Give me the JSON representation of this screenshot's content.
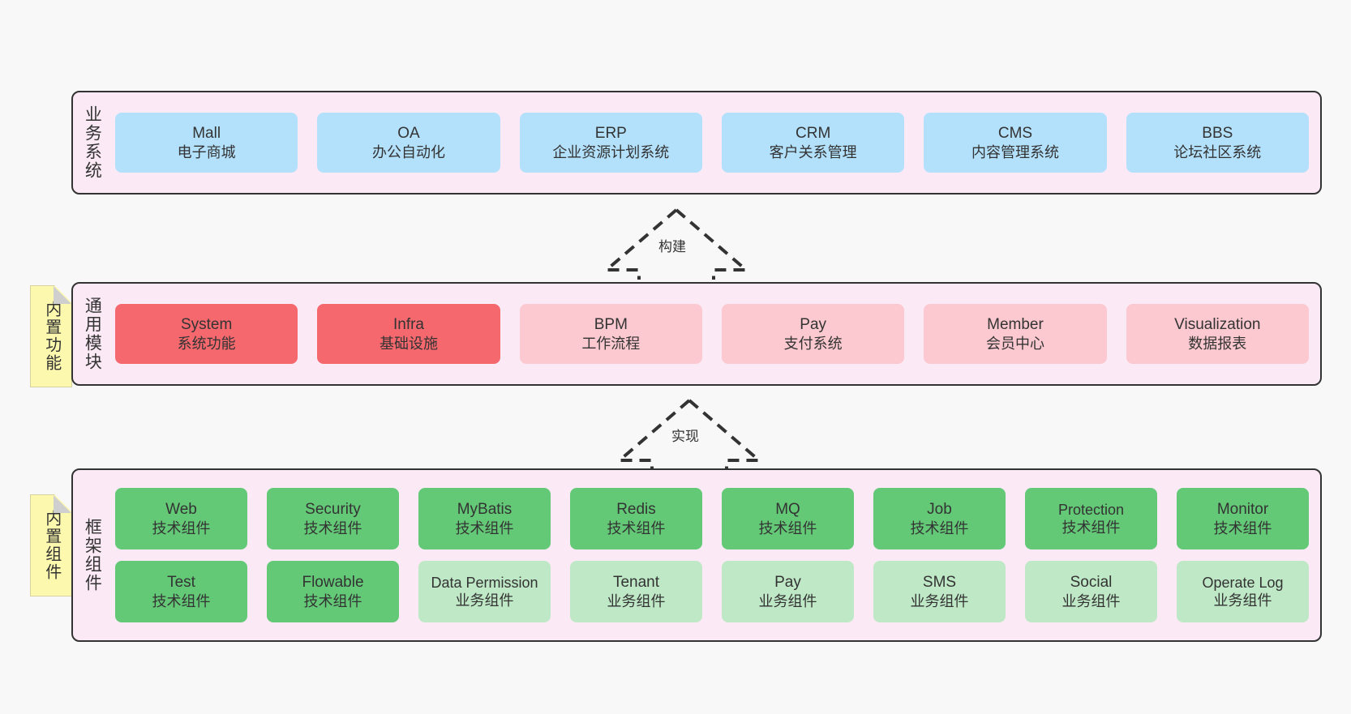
{
  "diagram": {
    "title_hidden": "",
    "colors": {
      "layer_bg": "#fbeaf5",
      "layer_border": "#333333",
      "blue": "#b3e0fb",
      "red": "#f4686e",
      "pink": "#fbc9cf",
      "green": "#64c977",
      "light_green": "#bfe8c6",
      "note_yellow": "#fcf8ae",
      "canvas": "#f8f8f8"
    }
  },
  "layers": {
    "business": {
      "title": "业务系统",
      "items": [
        {
          "name": "Mall",
          "desc": "电子商城"
        },
        {
          "name": "OA",
          "desc": "办公自动化"
        },
        {
          "name": "ERP",
          "desc": "企业资源计划系统"
        },
        {
          "name": "CRM",
          "desc": "客户关系管理"
        },
        {
          "name": "CMS",
          "desc": "内容管理系统"
        },
        {
          "name": "BBS",
          "desc": "论坛社区系统"
        }
      ]
    },
    "common": {
      "title": "通用模块",
      "note": "内置功能",
      "items": [
        {
          "name": "System",
          "desc": "系统功能",
          "style": "red"
        },
        {
          "name": "Infra",
          "desc": "基础设施",
          "style": "red"
        },
        {
          "name": "BPM",
          "desc": "工作流程",
          "style": "pink"
        },
        {
          "name": "Pay",
          "desc": "支付系统",
          "style": "pink"
        },
        {
          "name": "Member",
          "desc": "会员中心",
          "style": "pink"
        },
        {
          "name": "Visualization",
          "desc": "数据报表",
          "style": "pink"
        }
      ]
    },
    "framework": {
      "title": "框架组件",
      "note": "内置组件",
      "row1": [
        {
          "name": "Web",
          "desc": "技术组件",
          "style": "green"
        },
        {
          "name": "Security",
          "desc": "技术组件",
          "style": "green"
        },
        {
          "name": "MyBatis",
          "desc": "技术组件",
          "style": "green"
        },
        {
          "name": "Redis",
          "desc": "技术组件",
          "style": "green"
        },
        {
          "name": "MQ",
          "desc": "技术组件",
          "style": "green"
        },
        {
          "name": "Job",
          "desc": "技术组件",
          "style": "green"
        },
        {
          "name": "Protection",
          "desc": "技术组件",
          "style": "green"
        },
        {
          "name": "Monitor",
          "desc": "技术组件",
          "style": "green"
        }
      ],
      "row2": [
        {
          "name": "Test",
          "desc": "技术组件",
          "style": "green"
        },
        {
          "name": "Flowable",
          "desc": "技术组件",
          "style": "green"
        },
        {
          "name": "Data Permission",
          "desc": "业务组件",
          "style": "light_green"
        },
        {
          "name": "Tenant",
          "desc": "业务组件",
          "style": "light_green"
        },
        {
          "name": "Pay",
          "desc": "业务组件",
          "style": "light_green"
        },
        {
          "name": "SMS",
          "desc": "业务组件",
          "style": "light_green"
        },
        {
          "name": "Social",
          "desc": "业务组件",
          "style": "light_green"
        },
        {
          "name": "Operate Log",
          "desc": "业务组件",
          "style": "light_green"
        }
      ]
    }
  },
  "connectors": [
    {
      "id": "build",
      "label": "构建",
      "direction": "up",
      "style": "dashed-hollow-triangle"
    },
    {
      "id": "implement",
      "label": "实现",
      "direction": "up",
      "style": "dashed-hollow-triangle"
    }
  ]
}
